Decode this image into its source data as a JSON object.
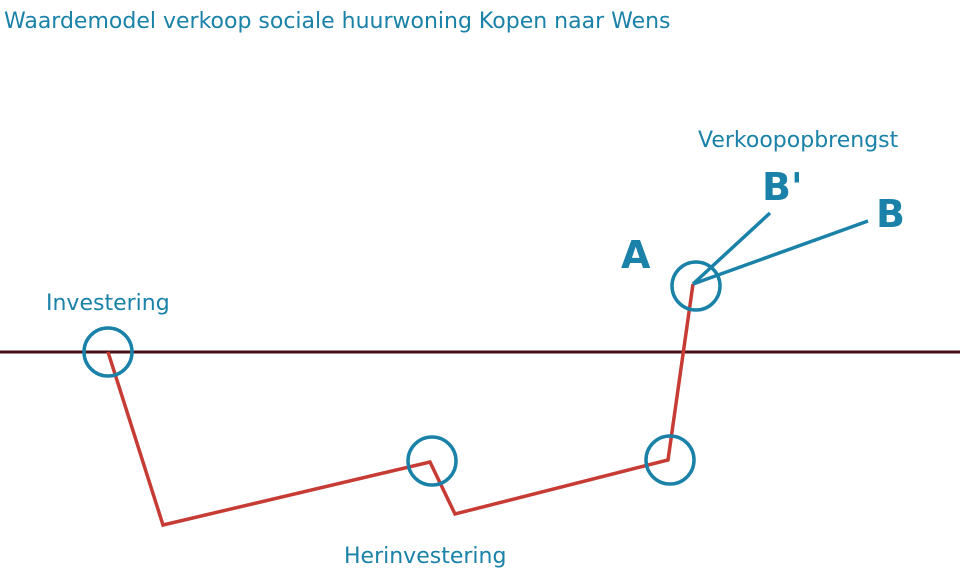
{
  "title": "Waardemodel verkoop sociale huurwoning Kopen naar Wens",
  "labels": {
    "investering": "Investering",
    "herinvestering": "Herinvestering",
    "verkoopopbrengst": "Verkoopopbrengst",
    "a": "A",
    "b_prime": "B'",
    "b": "B"
  },
  "colors": {
    "text": "#1a82a8",
    "circle": "#1a82a8",
    "value_line": "#c73b35",
    "baseline": "#4a0f14"
  }
}
